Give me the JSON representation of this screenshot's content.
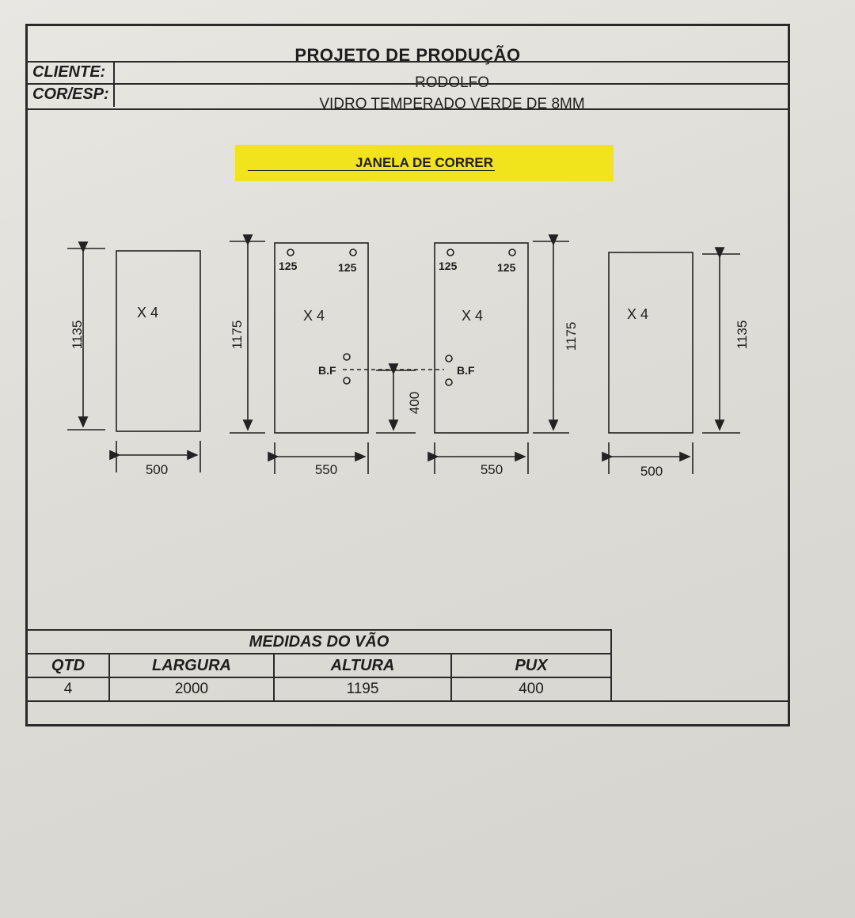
{
  "header": {
    "title": "PROJETO DE PRODUÇÃO",
    "client_label": "CLIENTE:",
    "client_value": "RODOLFO",
    "spec_label": "COR/ESP:",
    "spec_value": "VIDRO TEMPERADO VERDE DE 8MM"
  },
  "banner": {
    "text": "JANELA DE CORRER",
    "color": "#f2e41c"
  },
  "panels": [
    {
      "qty_label": "X 4",
      "width": "500",
      "height": "1135"
    },
    {
      "qty_label": "X  4",
      "width": "550",
      "height": "1175",
      "hole_left": "125",
      "hole_right": "125",
      "lock_label": "B.F"
    },
    {
      "qty_label": "X   4",
      "width": "550",
      "height": "1175",
      "hole_left": "125",
      "hole_right": "125",
      "lock_label": "B.F"
    },
    {
      "qty_label": "X  4",
      "width": "500",
      "height": "1135"
    }
  ],
  "handle_height": "400",
  "table": {
    "title": "MEDIDAS DO VÃO",
    "headers": [
      "QTD",
      "LARGURA",
      "ALTURA",
      "PUX"
    ],
    "row": [
      "4",
      "2000",
      "1195",
      "400"
    ]
  }
}
